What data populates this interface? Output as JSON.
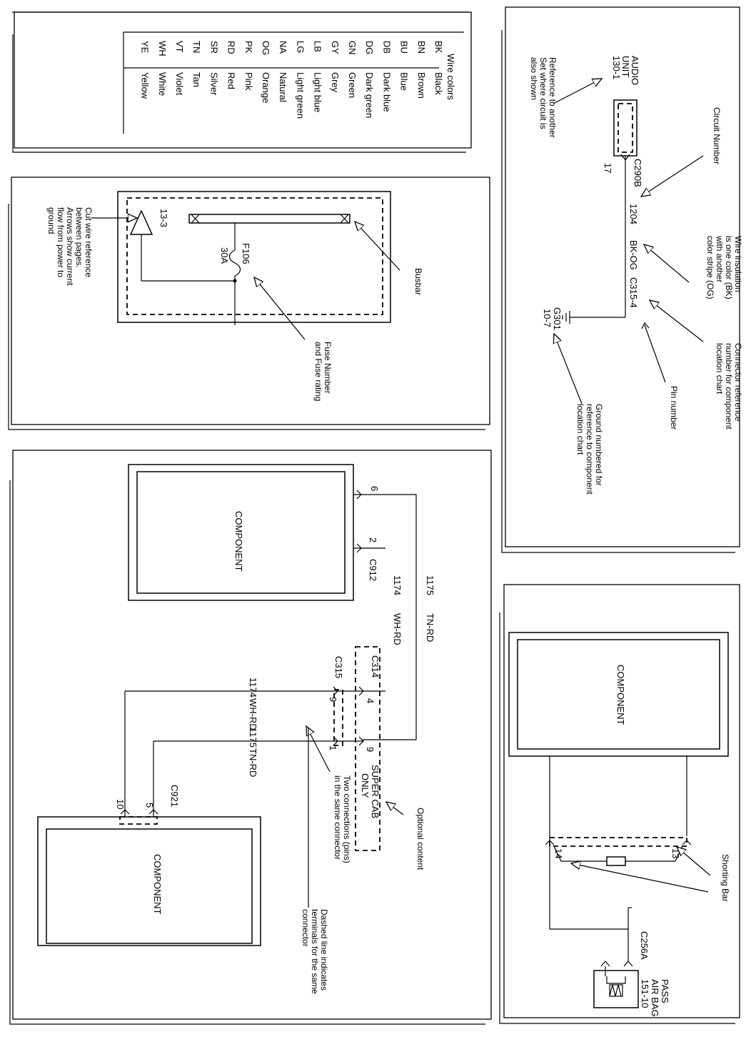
{
  "wire_colors": {
    "title": "Wire colors",
    "items": [
      {
        "code": "BK",
        "name": "Black"
      },
      {
        "code": "BN",
        "name": "Brown"
      },
      {
        "code": "BU",
        "name": "Blue"
      },
      {
        "code": "DB",
        "name": "Dark blue"
      },
      {
        "code": "DG",
        "name": "Dark green"
      },
      {
        "code": "GN",
        "name": "Green"
      },
      {
        "code": "GY",
        "name": "Grey"
      },
      {
        "code": "LB",
        "name": "Light blue"
      },
      {
        "code": "LG",
        "name": "Light green"
      },
      {
        "code": "NA",
        "name": "Natural"
      },
      {
        "code": "OG",
        "name": "Orange"
      },
      {
        "code": "PK",
        "name": "Pink"
      },
      {
        "code": "RD",
        "name": "Red"
      },
      {
        "code": "SR",
        "name": "Silver"
      },
      {
        "code": "TN",
        "name": "Tan"
      },
      {
        "code": "VT",
        "name": "Violet"
      },
      {
        "code": "WH",
        "name": "White"
      },
      {
        "code": "YE",
        "name": "Yellow"
      }
    ]
  },
  "circuit_panel": {
    "audio_unit": [
      "AUDIO",
      "UNIT",
      "130-1"
    ],
    "connector_top": "C290B",
    "pin_top": "17",
    "circuit_number": "1204",
    "wire_color": "BK-OG",
    "connector_ref": "C315-4",
    "ground": [
      "G301",
      "10-7"
    ],
    "callouts": {
      "reference": [
        "Reference to another",
        "Set where circuit is",
        "also shown"
      ],
      "circuit_number": [
        "Circuit Number"
      ],
      "wire_insulation": [
        "Wire insulation",
        "is one color (BK)",
        "with another",
        "color stripe (OG)"
      ],
      "connector_reference": [
        "Connector reference",
        "number for component",
        "location chart"
      ],
      "pin_number": [
        "Pin number"
      ],
      "ground_numbered": [
        "Ground numbered for",
        "reference to component",
        "location chart"
      ]
    }
  },
  "fuse_panel": {
    "cut_wire_ref": "13-3",
    "fuse_number": "F106",
    "fuse_rating": "30A",
    "callouts": {
      "busbar": [
        "Busbar"
      ],
      "fuse": [
        "Fuse Number",
        "and Fuse rating"
      ],
      "cut_wire": [
        "Cut wire reference",
        "between pages.",
        "Arrows show current",
        "flow from power to",
        "ground"
      ]
    }
  },
  "connection_panel": {
    "component_label": "COMPONENT",
    "c912": {
      "label": "C912",
      "pin6": "6",
      "pin2": "2"
    },
    "top_wires": [
      {
        "circuit": "1175",
        "color": "TN-RD"
      },
      {
        "circuit": "1174",
        "color": "WH-RD"
      }
    ],
    "c314": {
      "label": "C314",
      "pin_a": "4",
      "pin_b": "9"
    },
    "c315": {
      "label": "C315",
      "pin_a": "9",
      "pin_b": "1"
    },
    "lower_wires": [
      {
        "circuit": "1174",
        "color": "WH-RD"
      },
      {
        "circuit": "1175",
        "color": "TN-RD"
      }
    ],
    "c921": {
      "label": "C921",
      "pin_a": "10",
      "pin_b": "5"
    },
    "optional": [
      "SUPER CAB",
      "ONLY"
    ],
    "callouts": {
      "optional_content": [
        "Optional content"
      ],
      "two_connections": [
        "Two connections (pins)",
        "in the same connector"
      ],
      "dashed_line": [
        "Dashed line indicates",
        "terminals for the same",
        "connector"
      ]
    }
  },
  "shorting_panel": {
    "component_label": "COMPONENT",
    "pin_left": "14",
    "pin_right": "13",
    "connector": "C256A",
    "airbag": [
      "PASS",
      "AIR BAG",
      "151-10"
    ],
    "callouts": {
      "shorting_bar": [
        "Shorting Bar"
      ]
    }
  }
}
